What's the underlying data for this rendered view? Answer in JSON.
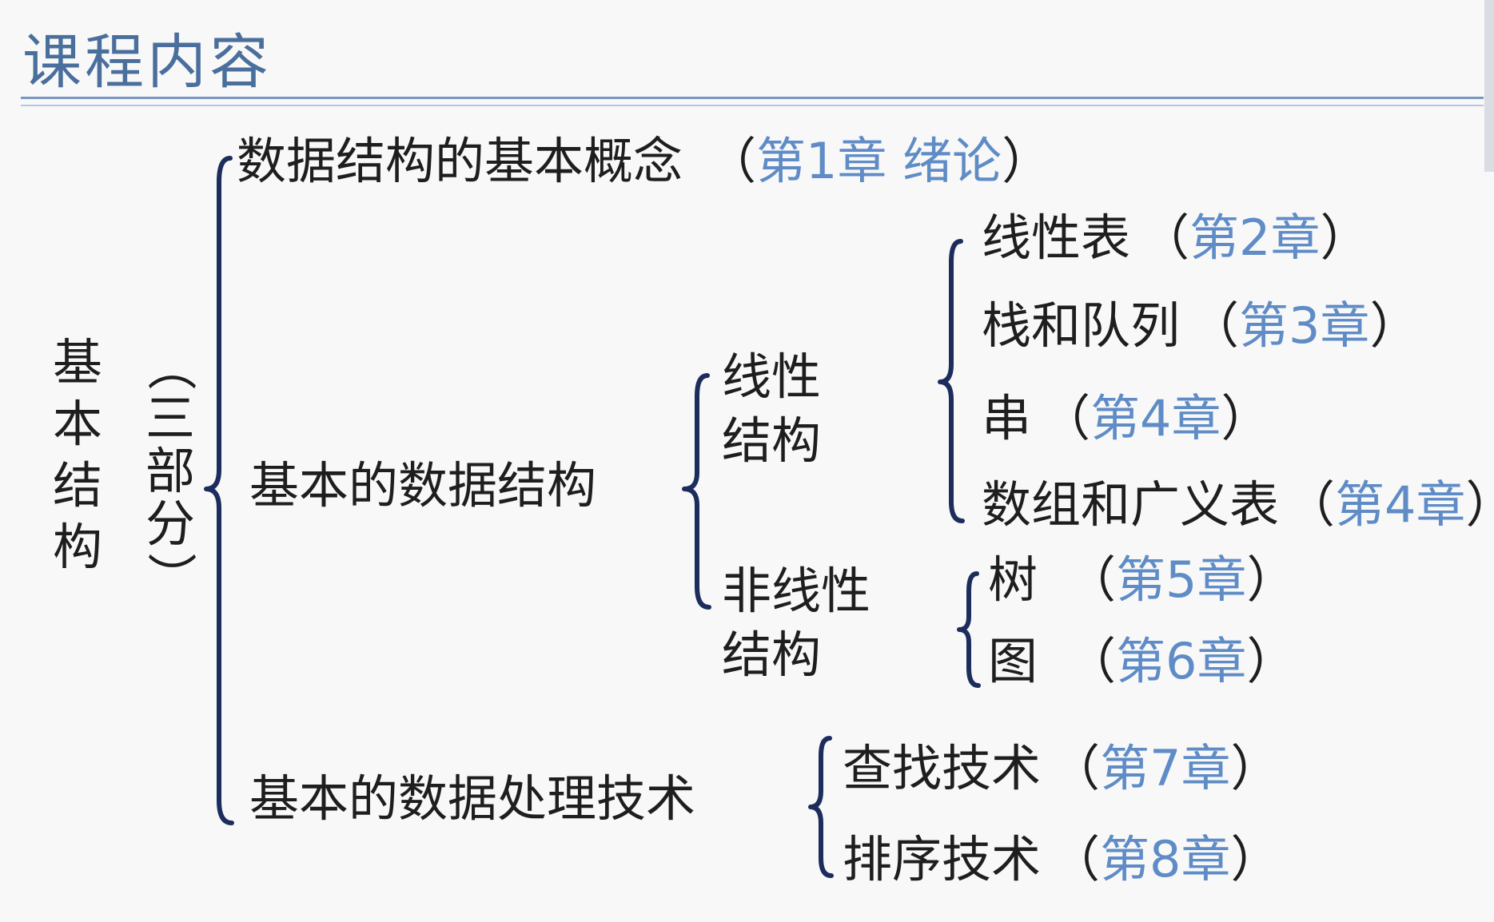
{
  "header": {
    "title": "课程内容"
  },
  "root": {
    "label": "基本结构",
    "note": "（三部分）"
  },
  "parts": {
    "concepts": {
      "label": "数据结构的基本概念",
      "open": "（",
      "chapter": "第1章 绪论",
      "close": "）"
    },
    "structures": {
      "label": "基本的数据结构"
    },
    "processing": {
      "label": "基本的数据处理技术"
    }
  },
  "linear": {
    "label_line1": "线性",
    "label_line2": "结构",
    "items": [
      {
        "label": "线性表",
        "open": "（",
        "chapter": "第2章",
        "close": "）"
      },
      {
        "label": "栈和队列",
        "open": "（",
        "chapter": "第3章",
        "close": "）"
      },
      {
        "label": "串",
        "open": "（",
        "chapter": "第4章",
        "close": "）"
      },
      {
        "label": "数组和广义表",
        "open": "（",
        "chapter": "第4章",
        "close": "）"
      }
    ]
  },
  "nonlinear": {
    "label_line1": "非线性",
    "label_line2": "结构",
    "items": [
      {
        "label": "树",
        "open": "（",
        "chapter": "第5章",
        "close": "）"
      },
      {
        "label": "图",
        "open": "（",
        "chapter": "第6章",
        "close": "）"
      }
    ]
  },
  "techniques": {
    "items": [
      {
        "label": "查找技术",
        "open": "（",
        "chapter": "第7章",
        "close": "）"
      },
      {
        "label": "排序技术",
        "open": "（",
        "chapter": "第8章",
        "close": "）"
      }
    ]
  },
  "colors": {
    "title": "#4a6f9c",
    "chapter_ref": "#5f8cc6",
    "brace": "#1c2c5c",
    "rule": "#7a98c2"
  }
}
